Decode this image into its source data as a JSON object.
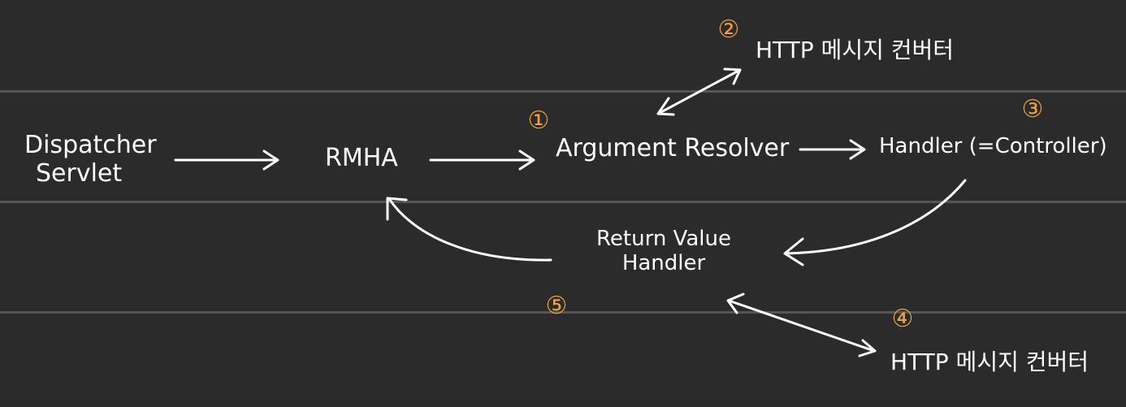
{
  "nodes": {
    "dispatcher": {
      "line1": "Dispatcher",
      "line2": "Servlet"
    },
    "rmha": "RMHA",
    "argument_resolver": "Argument Resolver",
    "handler": "Handler (=Controller)",
    "return_value_handler": {
      "line1": "Return Value",
      "line2": "Handler"
    },
    "converter_top": "HTTP 메시지 컨버터",
    "converter_bottom": "HTTP 메시지 컨버터"
  },
  "steps": [
    "①",
    "②",
    "③",
    "④",
    "⑤"
  ],
  "colors": {
    "background": "#2b2b2b",
    "ink": "#ffffff",
    "step_marker": "#f0a03c",
    "ruled_line": "#555555"
  }
}
